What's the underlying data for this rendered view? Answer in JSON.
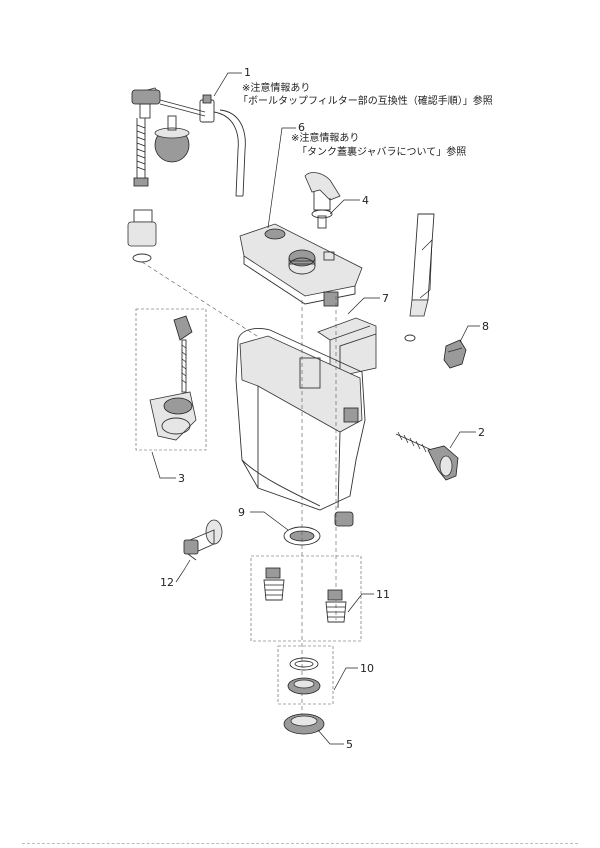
{
  "callouts": [
    {
      "id": "1",
      "label": "1"
    },
    {
      "id": "2",
      "label": "2"
    },
    {
      "id": "3",
      "label": "3"
    },
    {
      "id": "4",
      "label": "4"
    },
    {
      "id": "5",
      "label": "5"
    },
    {
      "id": "6",
      "label": "6"
    },
    {
      "id": "7",
      "label": "7"
    },
    {
      "id": "8",
      "label": "8"
    },
    {
      "id": "9",
      "label": "9"
    },
    {
      "id": "10",
      "label": "10"
    },
    {
      "id": "11",
      "label": "11"
    },
    {
      "id": "12",
      "label": "12"
    }
  ],
  "notes": {
    "part1_line1": "※注意情報あり",
    "part1_line2": "「ボールタップフィルター部の互換性（確認手順）」参照",
    "part6_line1": "※注意情報あり",
    "part6_line2": "「タンク蓋裏ジャバラについて」参照"
  },
  "colors": {
    "line": "#333333",
    "shade": "#9a9a9a",
    "background": "#ffffff"
  }
}
